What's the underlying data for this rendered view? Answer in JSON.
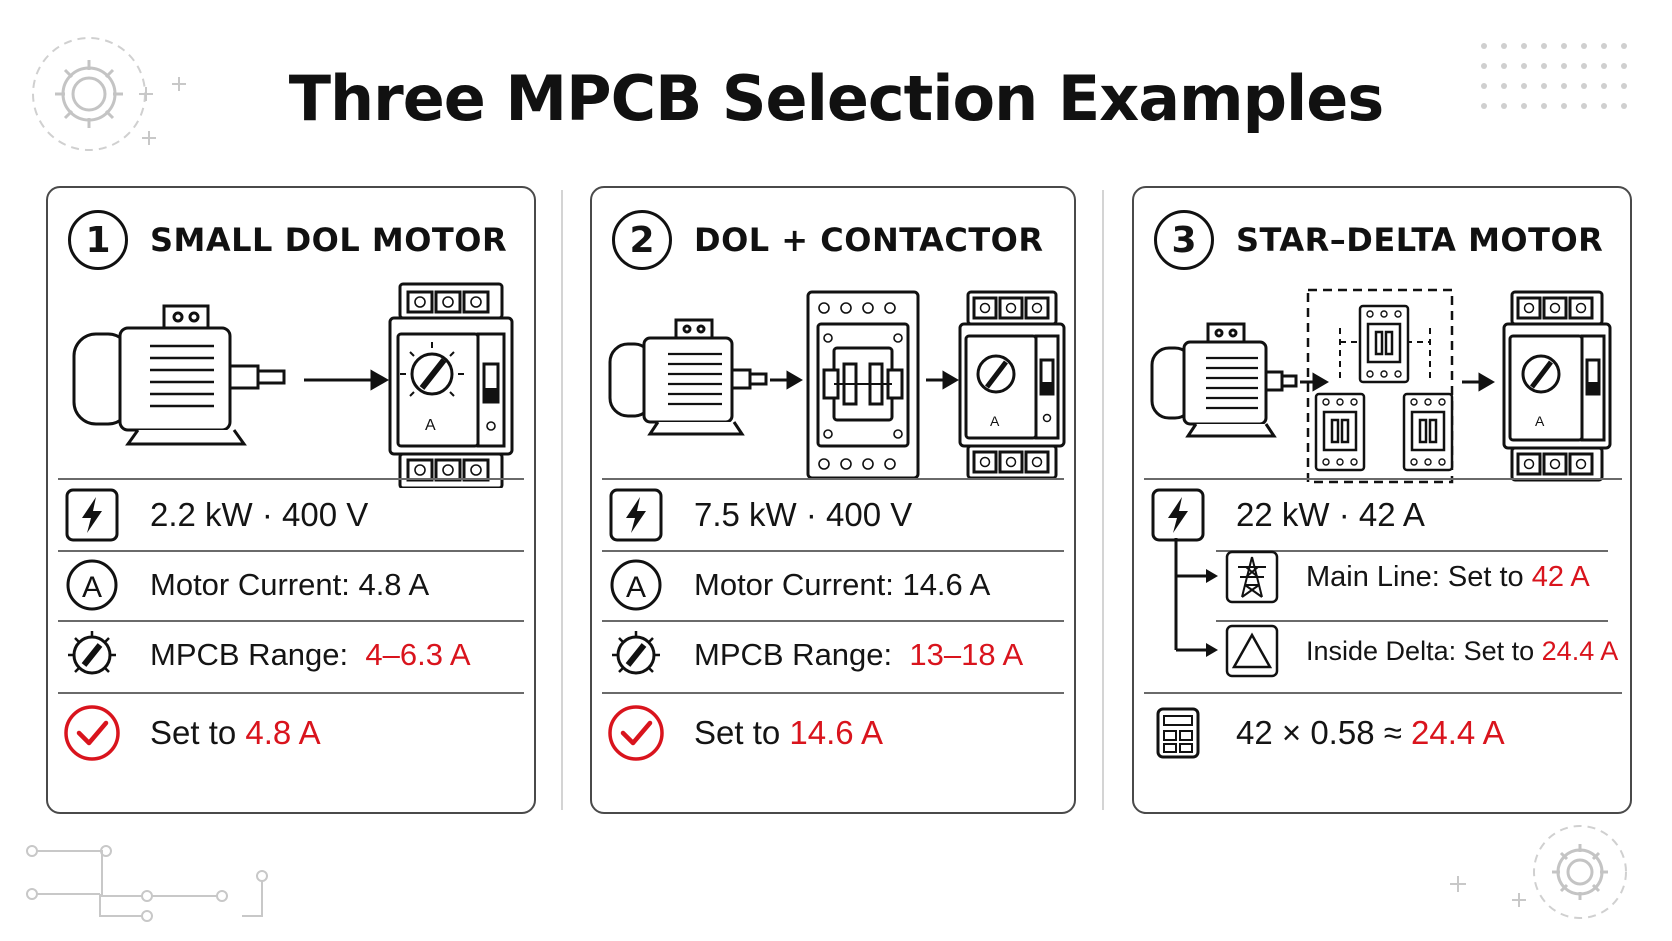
{
  "title": "Three MPCB Selection Examples",
  "colors": {
    "accent_red": "#d9141d",
    "ink": "#141414",
    "border": "#4a4a4a",
    "decoration": "#c8c8c8"
  },
  "cards": [
    {
      "number": "1",
      "title": "SMALL DOL MOTOR",
      "illustration": [
        "motor-icon",
        "arrow-right-icon",
        "mpcb-icon"
      ],
      "rating": "2.2 kW · 400 V",
      "current_label": "Motor Current: 4.8 A",
      "range_label": "MPCB Range:",
      "range_value": "4–6.3 A",
      "set_label": "Set to",
      "set_value": "4.8 A",
      "dial_letter": "A"
    },
    {
      "number": "2",
      "title": "DOL + CONTACTOR",
      "illustration": [
        "motor-icon",
        "arrow-right-icon",
        "contactor-icon",
        "arrow-right-icon",
        "mpcb-icon"
      ],
      "rating": "7.5 kW · 400 V",
      "current_label": "Motor Current: 14.6 A",
      "range_label": "MPCB Range:",
      "range_value": "13–18 A",
      "set_label": "Set to",
      "set_value": "14.6 A",
      "dial_letter": "A"
    },
    {
      "number": "3",
      "title": "STAR–DELTA MOTOR",
      "illustration": [
        "motor-icon",
        "arrow-right-icon",
        "star-delta-contactors-icon",
        "arrow-right-icon",
        "mpcb-icon"
      ],
      "rating": "22 kW · 42 A",
      "main_line_label": "Main Line: Set to",
      "main_line_value": "42 A",
      "inside_delta_label": "Inside Delta: Set to",
      "inside_delta_value": "24.4 A",
      "formula": "42 × 0.58 ≈",
      "formula_result": "24.4 A",
      "dial_letter": "A"
    }
  ]
}
